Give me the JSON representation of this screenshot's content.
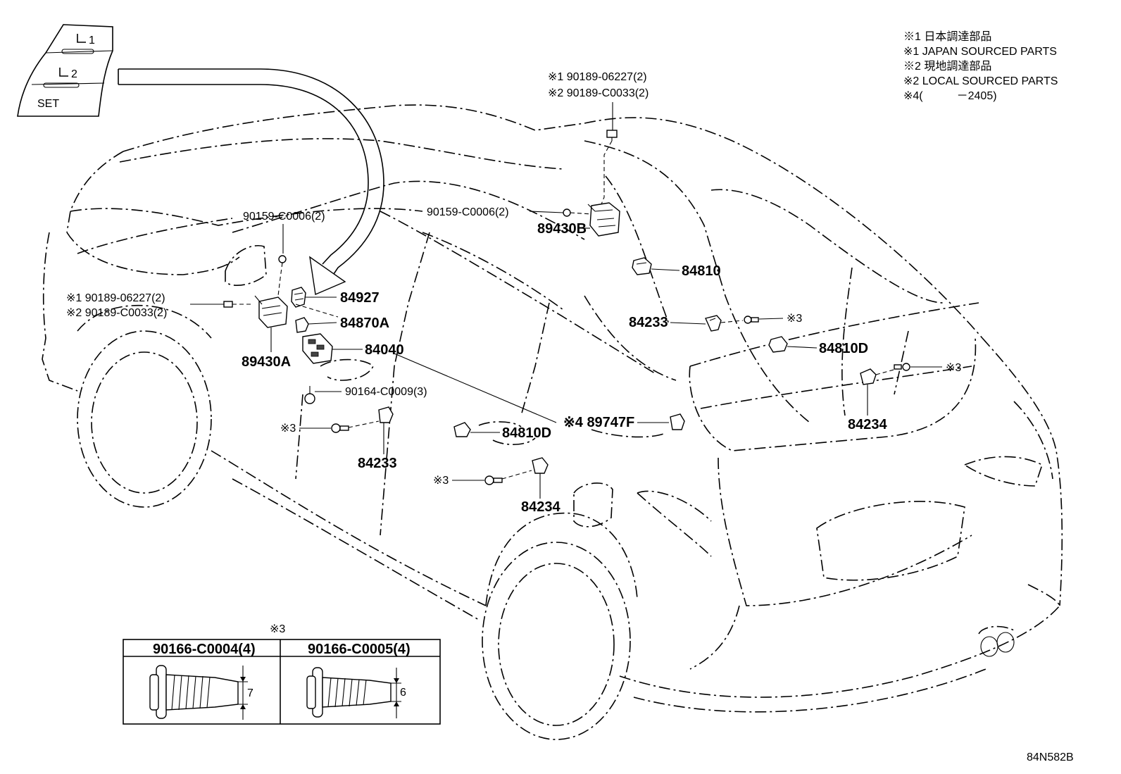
{
  "notes": [
    "※1 日本調達部品",
    "※1 JAPAN SOURCED PARTS",
    "※2 現地調達部品",
    "※2 LOCAL SOURCED PARTS",
    "※4(　　　－2405)"
  ],
  "switch_panel": {
    "btn1": "1",
    "btn2": "2",
    "set": "SET"
  },
  "labels": {
    "top_bolt_1": "※1 90189-06227(2)",
    "top_bolt_2": "※2 90189-C0033(2)",
    "screw_right": "90159-C0006(2)",
    "ecu_right": "89430B",
    "p84810": "84810",
    "p84233_upper": "84233",
    "ref3_upper": "※3",
    "p84810D_right": "84810D",
    "ref3_right": "※3",
    "p84234_right": "84234",
    "screw_left": "90159-C0006(2)",
    "left_bolt_1": "※1 90189-06227(2)",
    "left_bolt_2": "※2 90189-C0033(2)",
    "p84927": "84927",
    "p84870A": "84870A",
    "p84040": "84040",
    "ecu_left": "89430A",
    "screw_90164": "90164-C0009(3)",
    "ref3_left": "※3",
    "p84233_lower": "84233",
    "p84810D_mid": "84810D",
    "p89747F": "※4 89747F",
    "ref3_mid": "※3",
    "p84234_mid": "84234"
  },
  "inset": {
    "ref": "※3",
    "col1": "90166-C0004(4)",
    "col2": "90166-C0005(4)",
    "dim1": "7",
    "dim2": "6"
  },
  "figure_code": "84N582B"
}
